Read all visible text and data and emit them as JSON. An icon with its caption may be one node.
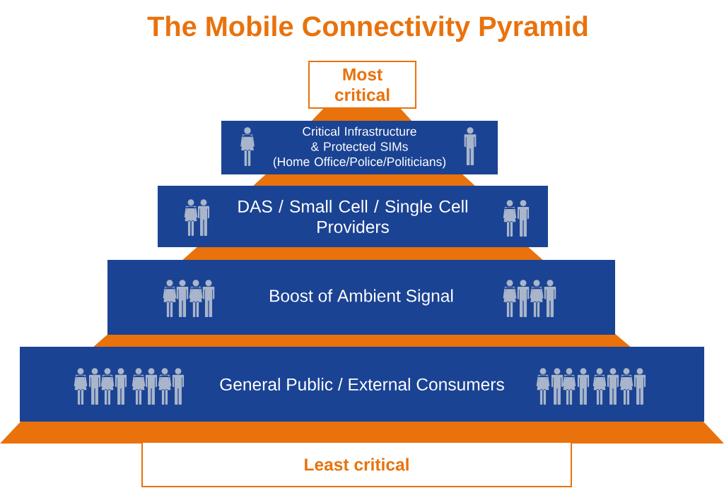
{
  "diagram": {
    "title": "The Mobile Connectivity Pyramid",
    "nodes": [
      {
        "text": [
          "Most critical"
        ]
      },
      {
        "text": [
          "Critical Infrastructure & Protected SIMs (Home Office/Police/Politicians)"
        ]
      },
      {
        "text": [
          "DAS / Small Cell / Single Cell Providers"
        ]
      },
      {
        "text": [
          "Boost of Ambient Signal"
        ]
      },
      {
        "text": [
          "General Public / External Consumers"
        ]
      },
      {
        "text": [
          "Least critical"
        ]
      }
    ]
  }
}
